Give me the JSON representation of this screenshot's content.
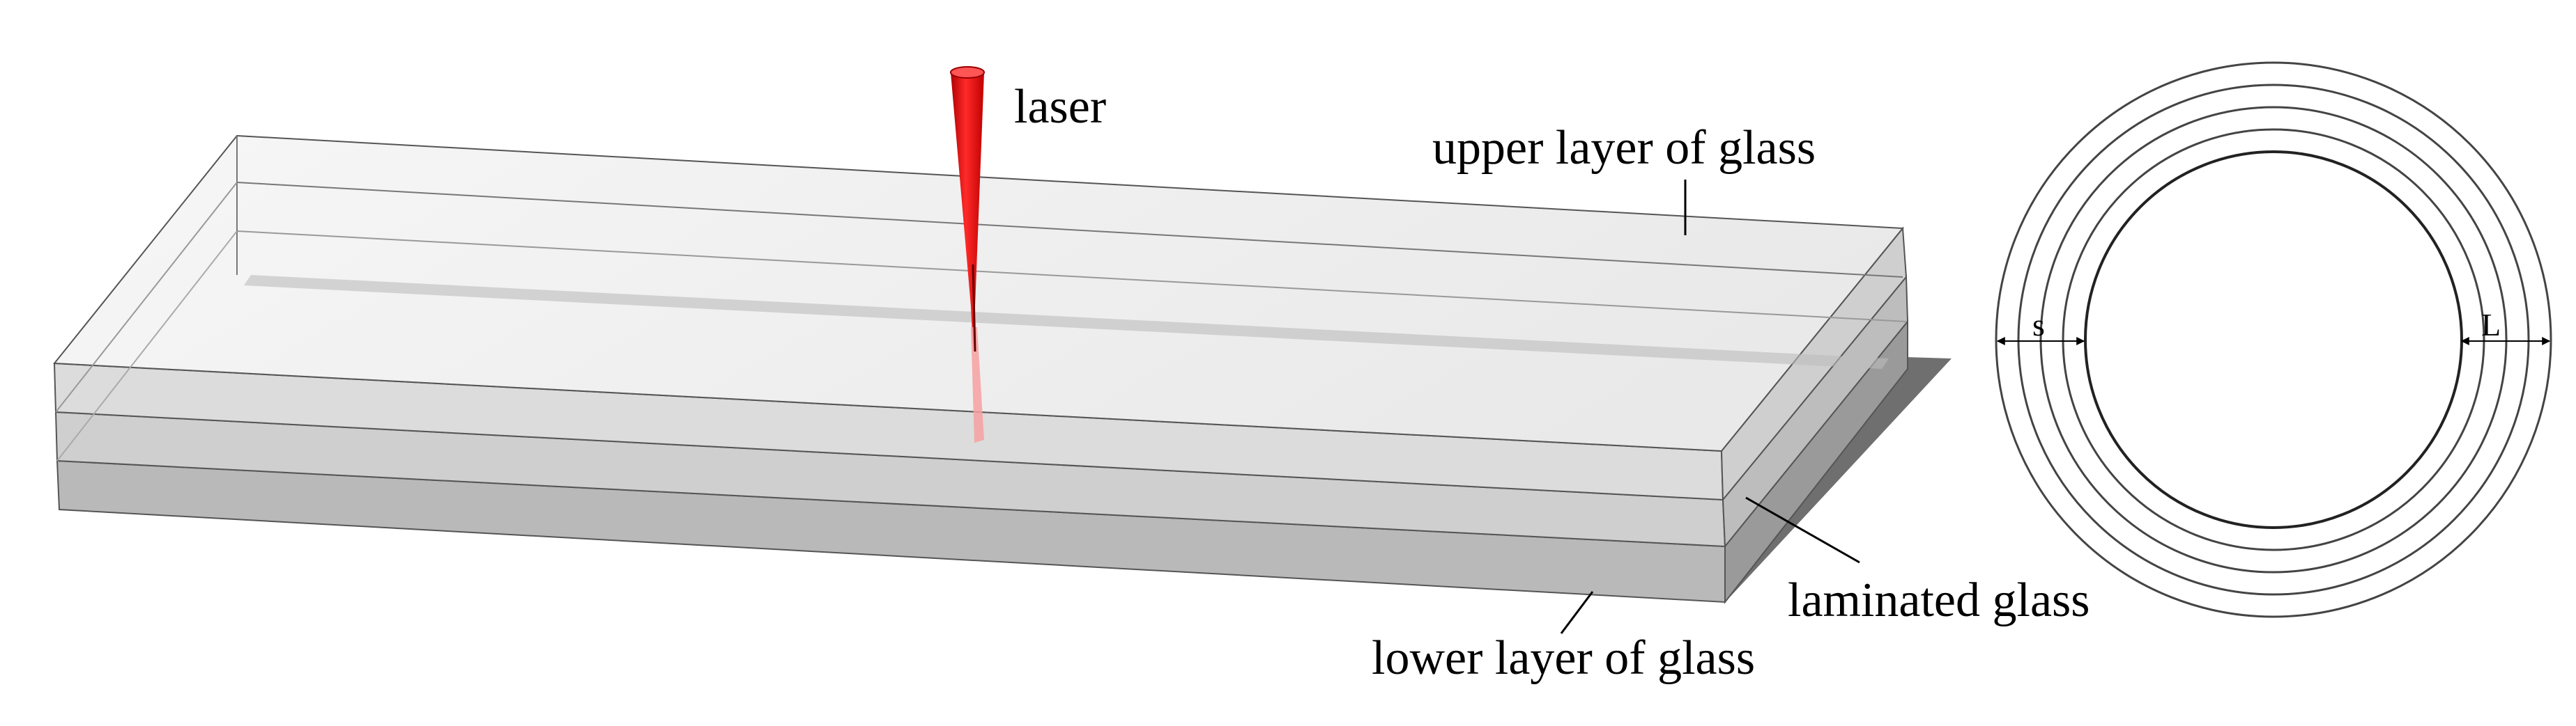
{
  "labels": {
    "laser": "laser",
    "upper": "upper layer of glass",
    "laminated": "laminated glass",
    "lower": "lower layer of glass",
    "s": "s",
    "L": "L"
  },
  "colors": {
    "laser": "#ee1111",
    "outline": "#444444",
    "shadow": "#8a8a8a",
    "glass_top": "#ececec"
  },
  "rings": {
    "count": 5,
    "markers": [
      "s",
      "L"
    ]
  }
}
